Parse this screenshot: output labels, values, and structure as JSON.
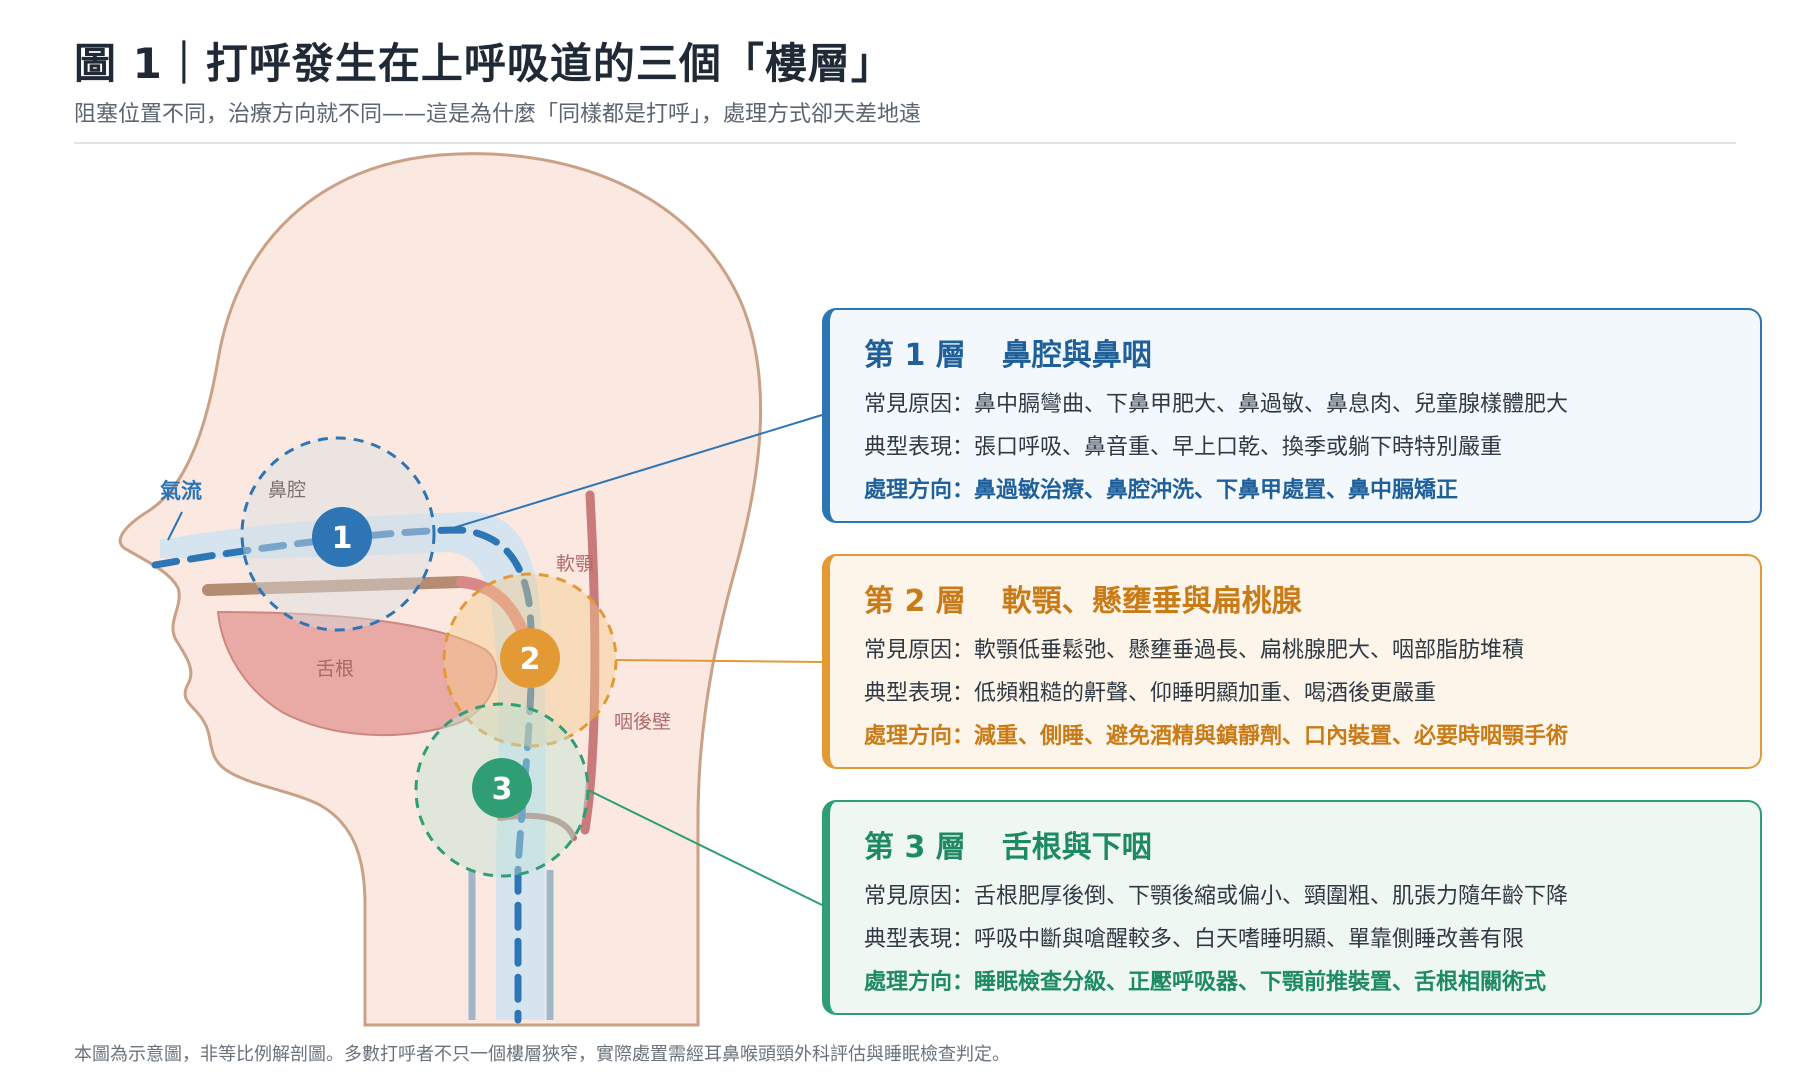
{
  "title": "圖 1｜打呼發生在上呼吸道的三個「樓層」",
  "subtitle": "阻塞位置不同，治療方向就不同——這是為什麼「同樣都是打呼」，處理方式卻天差地遠",
  "labels": {
    "airflow": "氣流",
    "nasal_cavity": "鼻腔",
    "soft_palate": "軟顎",
    "tongue_base": "舌根",
    "pharyngeal_wall": "咽後壁"
  },
  "markers": [
    "1",
    "2",
    "3"
  ],
  "panels": [
    {
      "level": "第 1 層",
      "name": "鼻腔與鼻咽",
      "causes": "常見原因：鼻中膈彎曲、下鼻甲肥大、鼻過敏、鼻息肉、兒童腺樣體肥大",
      "signs": "典型表現：張口呼吸、鼻音重、早上口乾、換季或躺下時特別嚴重",
      "treatment": "處理方向：鼻過敏治療、鼻腔沖洗、下鼻甲處置、鼻中膈矯正"
    },
    {
      "level": "第 2 層",
      "name": "軟顎、懸壅垂與扁桃腺",
      "causes": "常見原因：軟顎低垂鬆弛、懸壅垂過長、扁桃腺肥大、咽部脂肪堆積",
      "signs": "典型表現：低頻粗糙的鼾聲、仰睡明顯加重、喝酒後更嚴重",
      "treatment": "處理方向：減重、側睡、避免酒精與鎮靜劑、口內裝置、必要時咽顎手術"
    },
    {
      "level": "第 3 層",
      "name": "舌根與下咽",
      "causes": "常見原因：舌根肥厚後倒、下顎後縮或偏小、頸圍粗、肌張力隨年齡下降",
      "signs": "典型表現：呼吸中斷與嗆醒較多、白天嗜睡明顯、單靠側睡改善有限",
      "treatment": "處理方向：睡眠檢查分級、正壓呼吸器、下顎前推裝置、舌根相關術式"
    }
  ],
  "footnote": "本圖為示意圖，非等比例解剖圖。多數打呼者不只一個樓層狹窄，實際處置需經耳鼻喉頭頸外科評估與睡眠檢查判定。",
  "colors": {
    "level1": "#2e75b6",
    "level2": "#e39a35",
    "level3": "#2f9e75",
    "skin": "#fbe9e1",
    "skin_outline": "#c9a186",
    "tongue": "#e8a4a0",
    "palate": "#d98888"
  }
}
